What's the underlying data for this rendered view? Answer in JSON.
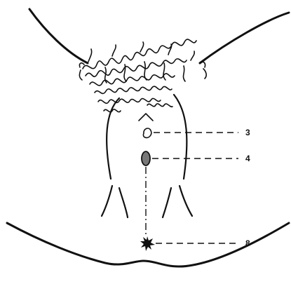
{
  "diagram": {
    "labels": [
      {
        "id": "label-3",
        "text": "3"
      },
      {
        "id": "label-4",
        "text": "4"
      },
      {
        "id": "label-8",
        "text": "8"
      }
    ]
  }
}
